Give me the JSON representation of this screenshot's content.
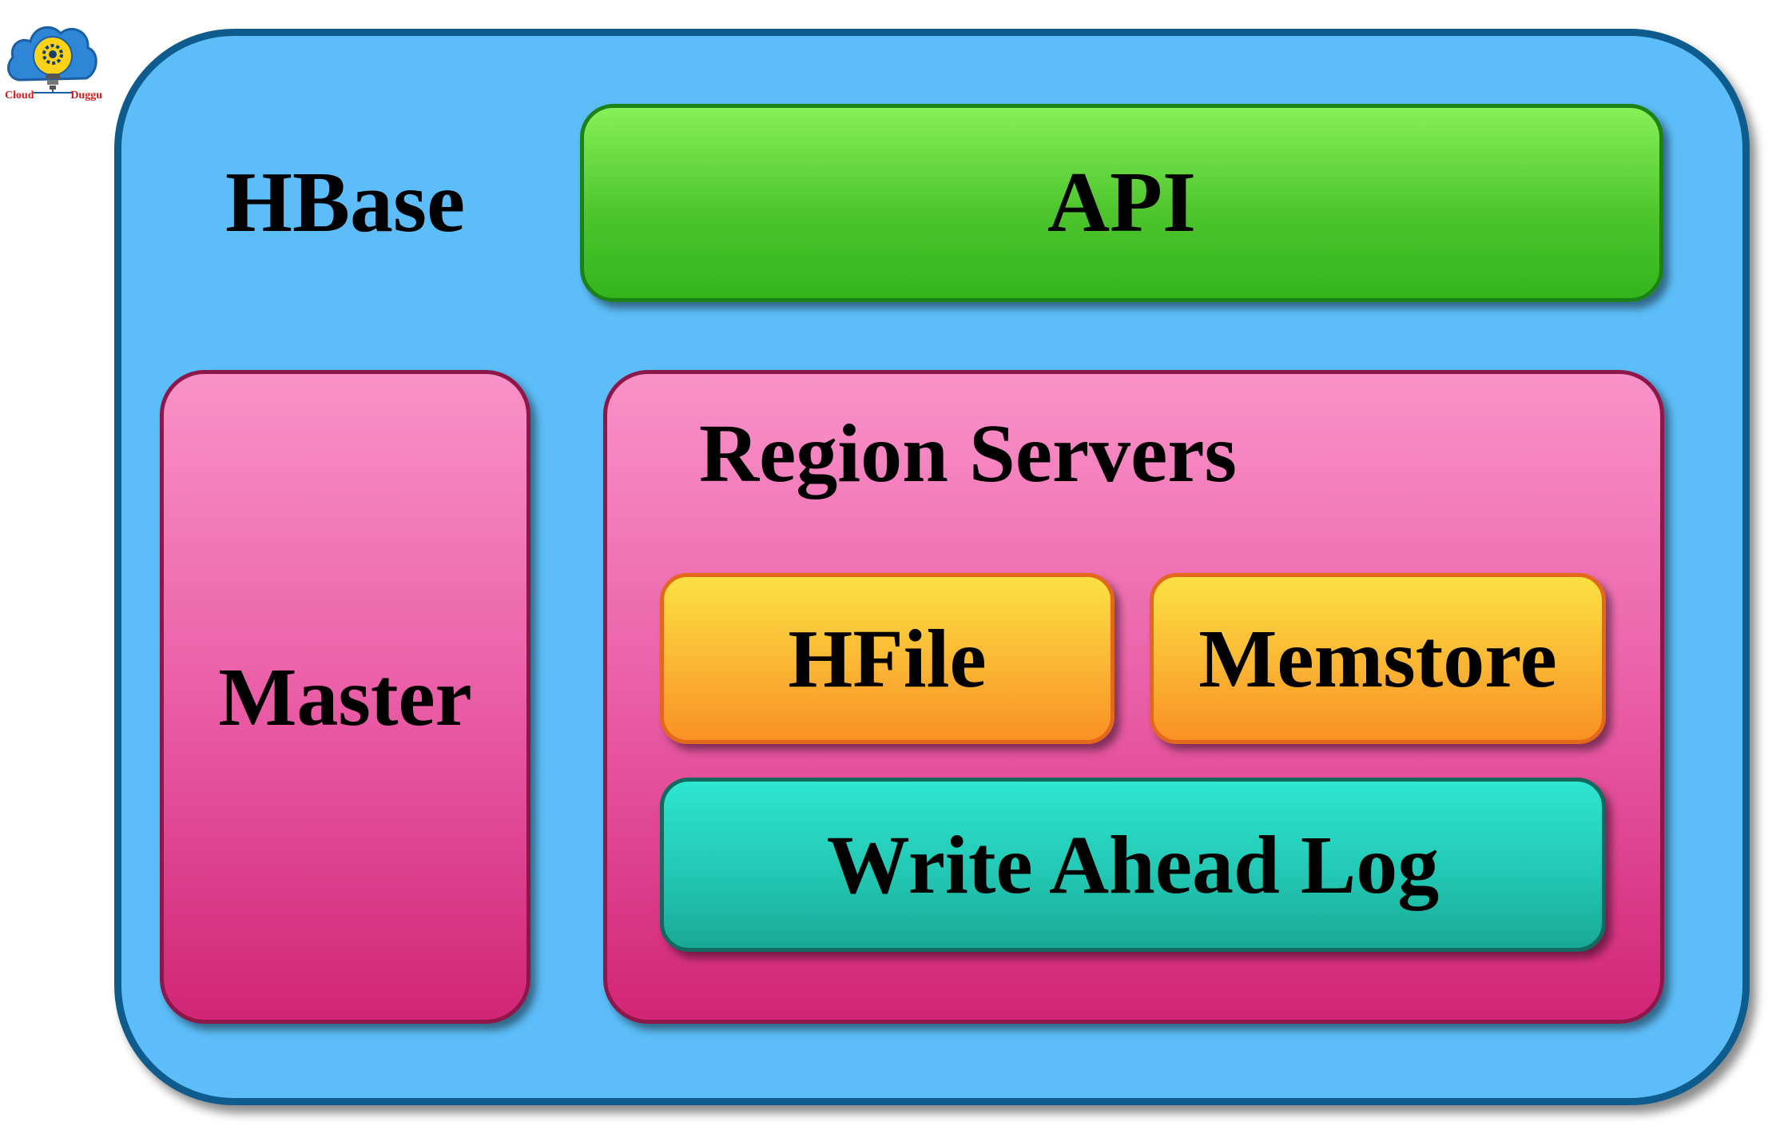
{
  "logo": {
    "text_left": "Cloud",
    "text_right": "Duggu",
    "icon": "cloud-lightbulb-gear-icon"
  },
  "diagram": {
    "hbase_label": "HBase",
    "api_label": "API",
    "master_label": "Master",
    "region_servers_label": "Region Servers",
    "hfile_label": "HFile",
    "memstore_label": "Memstore",
    "wal_label": "Write Ahead Log"
  },
  "colors": {
    "hbase_fill": "#5cbdf8",
    "hbase_border": "#0e5b8e",
    "api_fill": "#4ec52d",
    "master_fill": "#ea5ea7",
    "region_fill": "#ea5ea7",
    "hfile_fill": "#fbb534",
    "memstore_fill": "#fbb534",
    "wal_fill": "#23c8b4"
  }
}
